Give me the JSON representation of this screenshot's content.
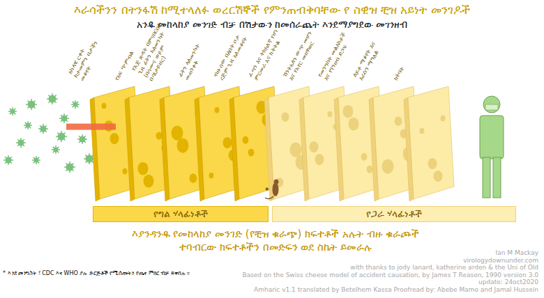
{
  "diagram": {
    "title": "እራሳችንን በትንፋሽ ከሚተላለፉ ወረርሽኞች የምንጠብቅባቸው የ ስዊዝ ቺዝ አይነት መንገዶች",
    "caption": "እያንዳንዱ የመከላከያ መንገድ (የቺዝ ቁራጭ) ክፍተቶች አሉት ብዙ ቁራጮች ተባብርው ክፍተቶችን በመድፍን ወደ ስኬት ይመራሉ",
    "nodes": [
      {
        "text": [
          "የግል ሃላፊነቶች"
        ]
      },
      {
        "text": [
          "የጋራ ሃላፊነቶች"
        ]
      }
    ],
    "labels": [
      "አንዱ መከላከያ መንገድ ብቻ በሽታውን ከመሰራጨት እንደማያግደው መገንዘብ",
      "አካላዊ ርቀት ከታመምን ቤታችን መቆየት",
      "የአፍ ጭምብል",
      "የእጅ ጽዳት በምናበርበት ጊዜ ፊትን አለመንካት (በሳሙና ወይም በሳኒታይዘር)",
      "ፊትን ላለመንካት መጠንቀቅ",
      "ብዙ ሰው በለበት ቦታ ረጅም ጊዜ አለመቆየት",
      "ፈጣን እና ትክክለኛ የሆነ ምርመራ እና ክትትል",
      "ሽንትአለን ውጭ መሆን እና የአየር መዘዋወር",
      "የመንግስት መልእክቶች እና የገንዘብ ድጋፍ",
      "ለይቶ ማቆየት እና እራስን ማግለል",
      "ክትባት",
      "*",
      "* እንደ መንግስት ፣ CDC እና WHO ያሉ ድርጅቶች የሚሰጡትን የጤና ምክር ብቻ ይቀበሉ ።",
      "Ian M Mackay",
      "virologydownunder.com",
      "with thanks to jody lanard, katherine arden & the Uni of Old",
      "Based on the Swiss cheese model of accident causation, by James T Reason, 1990 version 3.0",
      "update: 24oct2020",
      "Amharic v1.1 translated by Betelhem Kassa Proofread by: Abebe Mamo and Jamal Hussein"
    ]
  }
}
